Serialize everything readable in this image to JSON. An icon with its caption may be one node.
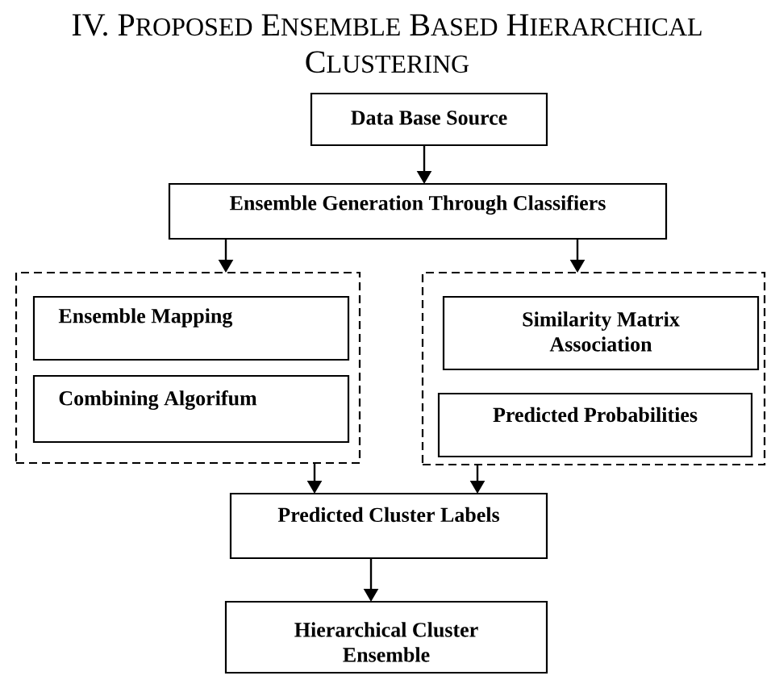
{
  "diagram": {
    "title": "IV. PROPOSED ENSEMBLE BASED HIERARCHICAL CLUSTERING",
    "nodes": [
      {
        "text": [
          "Data Base Source"
        ]
      },
      {
        "text": [
          "Ensemble Generation Through Classifiers"
        ]
      },
      {
        "text": [],
        "shape": "box"
      },
      {
        "text": [
          "Ensemble Mapping"
        ],
        "in": 2
      },
      {
        "text": [
          "Combining Algorifum"
        ],
        "in": 2
      },
      {
        "text": [],
        "shape": "box"
      },
      {
        "text": [
          "Similarity Matrix Association"
        ],
        "in": 5
      },
      {
        "text": [
          "Predicted Probabilities"
        ],
        "in": 5
      },
      {
        "text": [
          "Predicted Cluster Labels"
        ]
      },
      {
        "text": [
          "Hierarchical Cluster Ensemble"
        ]
      }
    ],
    "edges": [
      {
        "from": 0,
        "to": 1,
        "arrow": "to"
      },
      {
        "from": 1,
        "to": 2,
        "arrow": "to"
      },
      {
        "from": 1,
        "to": 5,
        "arrow": "to"
      },
      {
        "from": 2,
        "to": 8,
        "arrow": "to"
      },
      {
        "from": 5,
        "to": 8,
        "arrow": "to"
      },
      {
        "from": 8,
        "to": 9,
        "arrow": "to"
      }
    ]
  }
}
